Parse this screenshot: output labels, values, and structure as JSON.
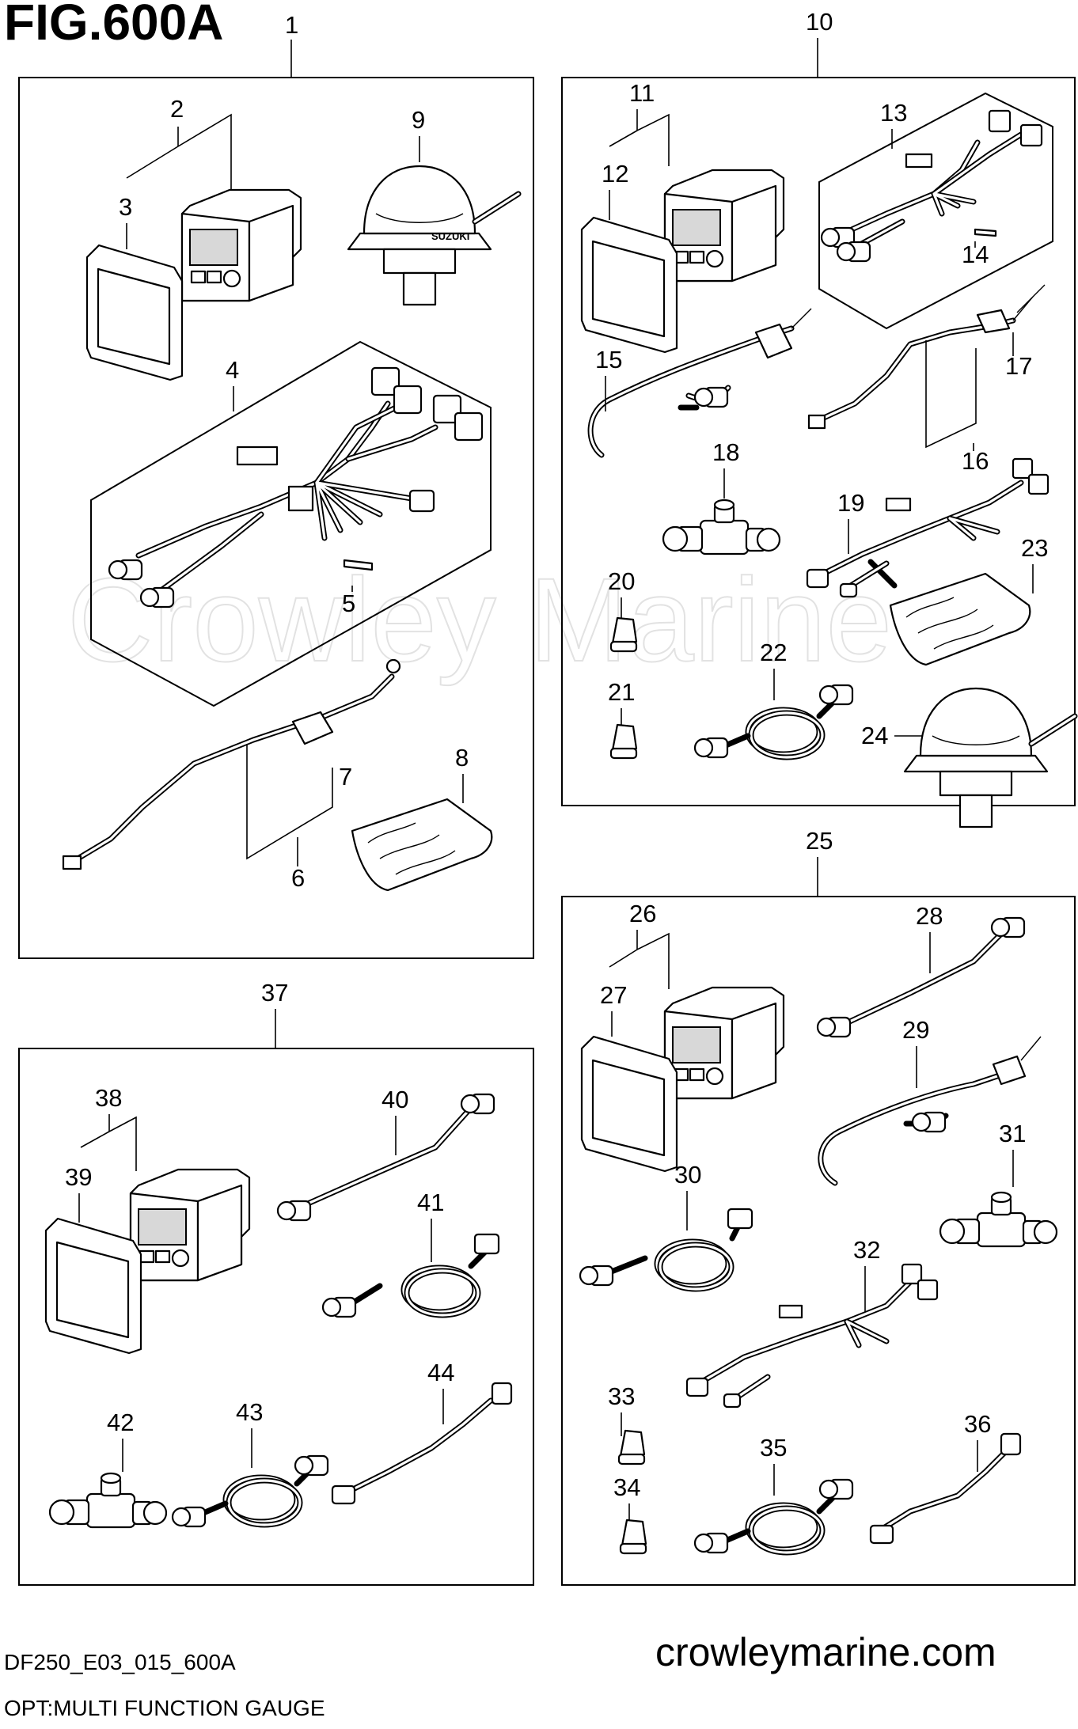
{
  "figure": {
    "title": "FIG.600A",
    "code": "DF250_E03_015_600A",
    "caption": "OPT:MULTI FUNCTION GAUGE",
    "website": "crowleymarine.com",
    "watermark": "Crowley Marine"
  },
  "callouts": {
    "n1": "1",
    "n2": "2",
    "n3": "3",
    "n4": "4",
    "n5": "5",
    "n6": "6",
    "n7": "7",
    "n8": "8",
    "n9": "9",
    "n10": "10",
    "n11": "11",
    "n12": "12",
    "n13": "13",
    "n14": "14",
    "n15": "15",
    "n16": "16",
    "n17": "17",
    "n18": "18",
    "n19": "19",
    "n20": "20",
    "n21": "21",
    "n22": "22",
    "n23": "23",
    "n24": "24",
    "n25": "25",
    "n26": "26",
    "n27": "27",
    "n28": "28",
    "n29": "29",
    "n30": "30",
    "n31": "31",
    "n32": "32",
    "n33": "33",
    "n34": "34",
    "n35": "35",
    "n36": "36",
    "n37": "37",
    "n38": "38",
    "n39": "39",
    "n40": "40",
    "n41": "41",
    "n42": "42",
    "n43": "43",
    "n44": "44"
  },
  "sticker_text": "SUZUKI"
}
